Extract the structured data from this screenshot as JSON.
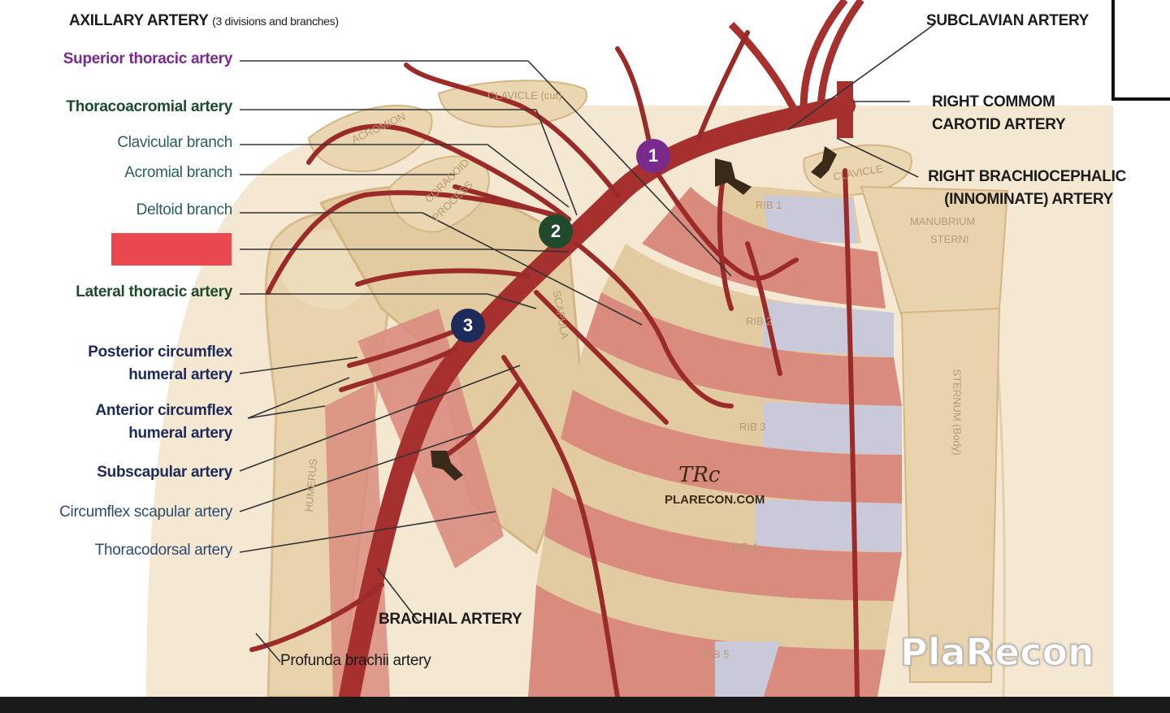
{
  "figure": {
    "title": "AXILLARY ARTERY",
    "subtitle": "(3 divisions and branches)",
    "watermark": "PlaRecon",
    "signature_url": "PLARECON.COM",
    "redacted_label_color": "#e8484e"
  },
  "left_labels": [
    {
      "id": "superior-thoracic",
      "text": "Superior thoracic artery",
      "color": "#7a2a8c"
    },
    {
      "id": "thoracoacromial",
      "text": "Thoracoacromial artery",
      "color": "#1f4a2c"
    },
    {
      "id": "clavicular",
      "text": "Clavicular branch",
      "color": "#2c5d5e"
    },
    {
      "id": "acromial",
      "text": "Acromial branch",
      "color": "#2c5d5e"
    },
    {
      "id": "deltoid",
      "text": "Deltoid branch",
      "color": "#2c5d5e"
    },
    {
      "id": "lateral-thoracic",
      "text": "Lateral thoracic artery",
      "color": "#1f4a2c"
    },
    {
      "id": "posterior-circumflex",
      "line1": "Posterior circumflex",
      "line2": "humeral artery",
      "color": "#1e2a5a"
    },
    {
      "id": "anterior-circumflex",
      "line1": "Anterior circumflex",
      "line2": "humeral artery",
      "color": "#1e2a5a"
    },
    {
      "id": "subscapular",
      "text": "Subscapular artery",
      "color": "#1e2a5a"
    },
    {
      "id": "circumflex-scapular",
      "text": "Circumflex scapular artery",
      "color": "#2d4a6e"
    },
    {
      "id": "thoracodorsal",
      "text": "Thoracodorsal artery",
      "color": "#2d4a6e"
    }
  ],
  "right_labels": {
    "subclavian": "SUBCLAVIAN ARTERY",
    "common_carotid_1": "RIGHT COMMOM",
    "common_carotid_2": "CAROTID ARTERY",
    "brachiocephalic_1": "RIGHT BRACHIOCEPHALIC",
    "brachiocephalic_2": "(INNOMINATE) ARTERY"
  },
  "bottom_labels": {
    "brachial": "BRACHIAL ARTERY",
    "profunda": "Profunda brachii artery"
  },
  "bone_labels": {
    "clavicle_cut": "CLAVICLE (cut)",
    "acromion": "ACROMION",
    "coracoid_1": "CORACOID",
    "coracoid_2": "PROCESS",
    "clavicle": "CLAVICLE",
    "manubrium_1": "MANUBRIUM",
    "manubrium_2": "STERNI",
    "rib1": "RIB 1",
    "rib2": "RIB 2",
    "rib3": "RIB 3",
    "rib4": "RIB 4",
    "rib5": "RIB 5",
    "scapula": "SCAPULA",
    "humerus": "HUMERUS",
    "sternum_body": "STERNUM (Body)"
  },
  "divisions": [
    {
      "number": "1",
      "color": "#7a2a8c"
    },
    {
      "number": "2",
      "color": "#1f4a2c"
    },
    {
      "number": "3",
      "color": "#1e2a5a"
    }
  ],
  "colors": {
    "artery": "#a5302e",
    "artery_dark": "#7e1f1c",
    "bone": "#e8d3ad",
    "bone_shade": "#d9bd8e",
    "skin": "#f4e8d2",
    "muscle": "#d98c7e",
    "cartilage": "#c9c9d9"
  }
}
